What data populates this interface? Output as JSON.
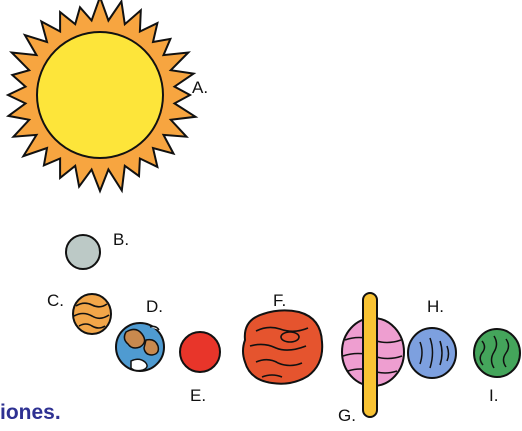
{
  "labels": {
    "a": "A.",
    "b": "B.",
    "c": "C.",
    "d": "D.",
    "e": "E.",
    "f": "F.",
    "g": "G.",
    "h": "H.",
    "i": "I."
  },
  "caption": {
    "text": "iones.",
    "color": "#2e3192"
  },
  "colors": {
    "sun_corona": "#f7a540",
    "sun_core": "#fde53a",
    "outline": "#111111",
    "body_b": "#bcc9c6",
    "body_c": "#f2a649",
    "body_d_ocean": "#4f9bd1",
    "body_d_land": "#c8894e",
    "body_e": "#e8352a",
    "body_f": "#e5542e",
    "body_g": "#ee9ed0",
    "body_g_ring": "#f9c334",
    "body_h": "#7da0df",
    "body_i": "#44a55b"
  }
}
